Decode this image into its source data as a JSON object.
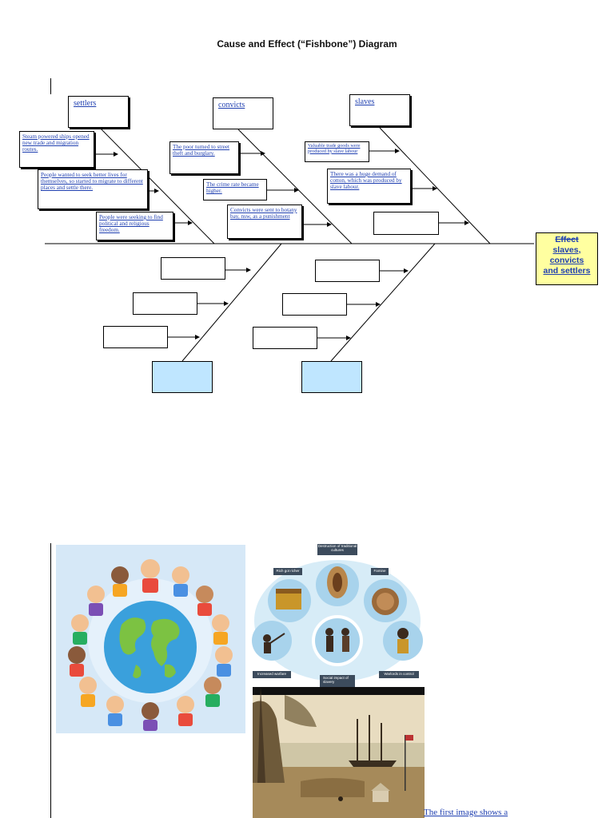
{
  "title": "Cause and Effect (“Fishbone”) Diagram",
  "categories": {
    "settlers": "settlers",
    "convicts": "convicts",
    "slaves": "slaves"
  },
  "causes": {
    "settlers_1": "Steam powered ships opened new trade and migration routes.",
    "settlers_2": "People wanted to seek better lives for themselves, so started to migrate to different places and settle there.",
    "settlers_3": "People were seeking to find political and religious freedom.",
    "convicts_1": "The poor turned to street theft and burglary.",
    "convicts_2": "The crime rate became higher.",
    "convicts_3": "Convicts were sent to botany bay, nsw, as a punishment",
    "slaves_1": "Valuable trade goods were produced by slave labour",
    "slaves_2": "There was a huge demand of cotton, which was produced by slave labour."
  },
  "effect": {
    "heading": "Effect",
    "line1": "slaves,",
    "line2": "convicts",
    "line3": "and settlers"
  },
  "infographic_labels": {
    "destruction": "Destruction of traditional cultures",
    "rich": "Rich got richer",
    "famine": "Famine",
    "warfare": "Increased warfare",
    "social": "Social impact of slavery",
    "warlords": "Warlords in control"
  },
  "caption": "The first image shows a",
  "colors": {
    "link_blue": "#1f3fb0",
    "effect_yellow": "#ffffa0",
    "head_blue": "#bfe6ff"
  }
}
